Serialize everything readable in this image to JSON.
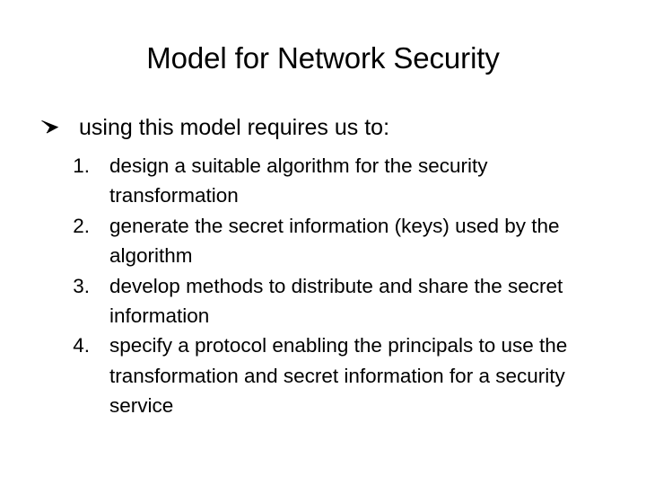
{
  "slide": {
    "title": "Model for Network Security",
    "bullet": {
      "marker_icon": "wingdings-arrowhead-bullet-icon",
      "text": "using this model requires us to:"
    },
    "numbered_items": [
      {
        "marker": "1.",
        "text": "design a suitable algorithm for the security transformation"
      },
      {
        "marker": "2.",
        "text": "generate the secret information (keys) used by the algorithm"
      },
      {
        "marker": "3.",
        "text": "develop methods to distribute and share the secret information"
      },
      {
        "marker": "4.",
        "text": "specify a protocol enabling the principals to use the transformation and secret information for a security service"
      }
    ],
    "colors": {
      "background": "#ffffff",
      "text": "#000000"
    }
  }
}
